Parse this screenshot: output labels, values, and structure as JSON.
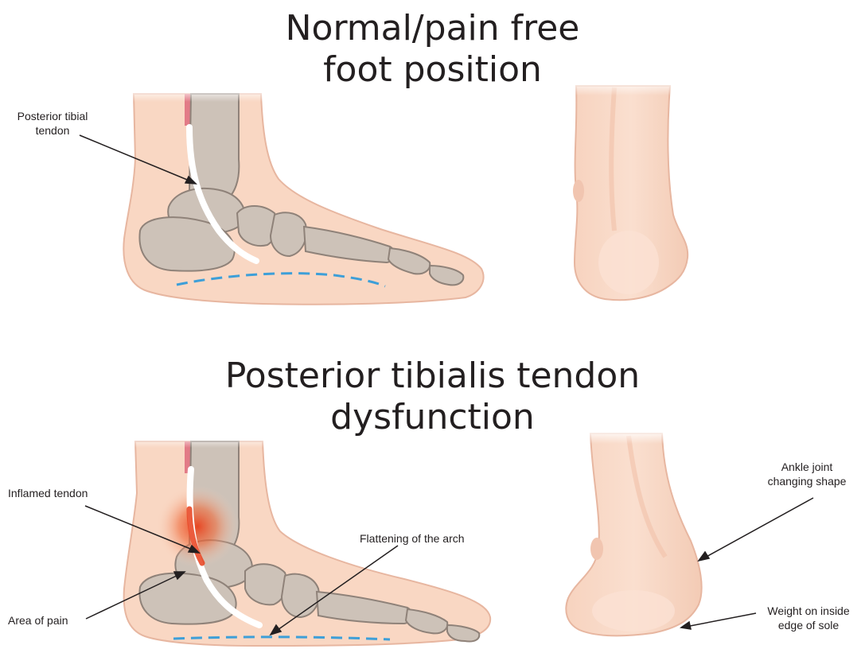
{
  "titles": {
    "top": [
      "Normal/pain free",
      "foot position"
    ],
    "bottom": [
      "Posterior tibialis tendon",
      "dysfunction"
    ]
  },
  "labels": {
    "posterior_tibial_tendon": [
      "Posterior tibial",
      "tendon"
    ],
    "inflamed_tendon": "Inflamed tendon",
    "area_of_pain": "Area of pain",
    "flattening_of_arch": "Flattening of the arch",
    "ankle_joint": [
      "Ankle joint",
      "changing shape"
    ],
    "weight_on_inside": [
      "Weight on inside",
      "edge of sole"
    ]
  },
  "colors": {
    "skin": "#f9d7c3",
    "skin_outline": "#e7b6a0",
    "bone": "#cdc2b8",
    "bone_outline": "#8f8279",
    "tendon": "#ffffff",
    "muscle": "#e27b87",
    "arch_line": "#3d9fd8",
    "inflammation": "#e8401c",
    "text": "#231f20"
  }
}
